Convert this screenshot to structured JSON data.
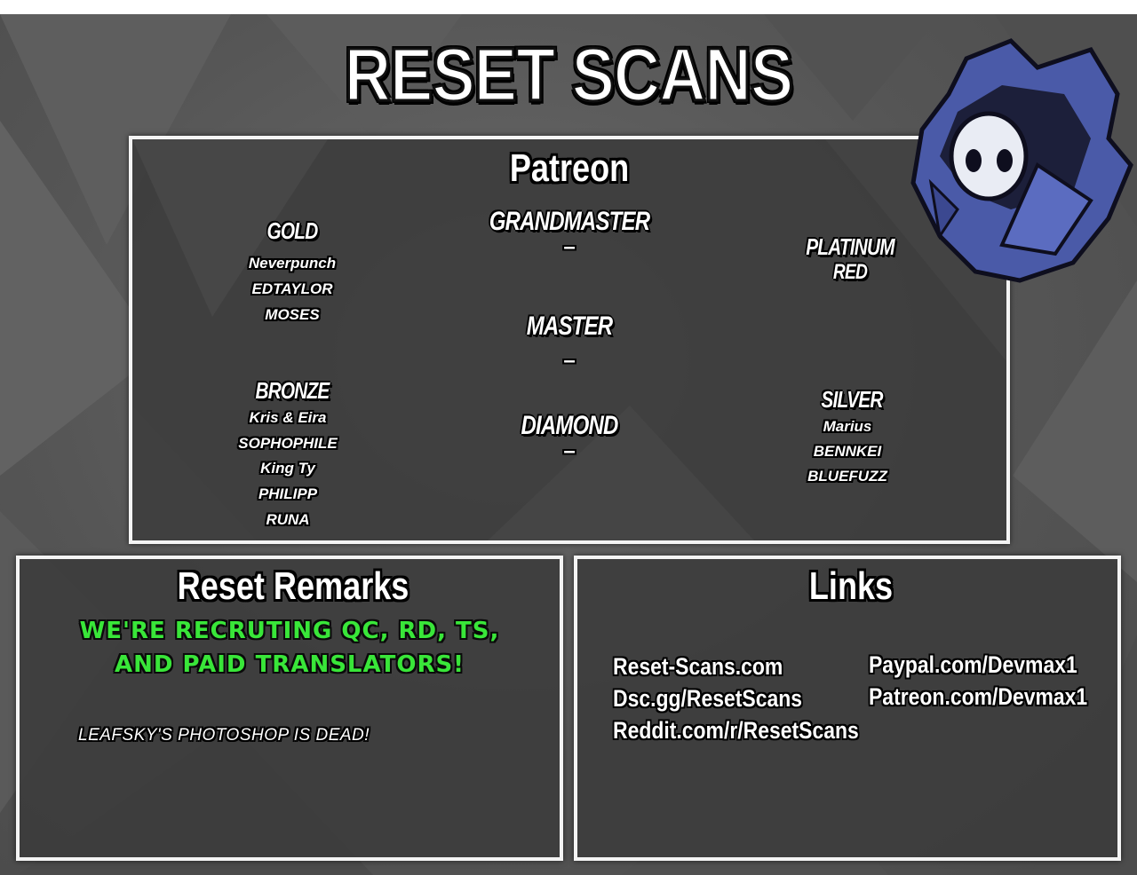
{
  "brand": {
    "logo": "RESET SCANS"
  },
  "colors": {
    "panel_border": "#f4f4f4",
    "accent_green": "#39e639",
    "background": "#555555",
    "mascot_cloak": "#4a5aa8"
  },
  "icons": {
    "mascot": "hooded-masked-figure-illustration"
  },
  "patreon": {
    "title": "Patreon",
    "grandmaster": {
      "label": "GRANDMASTER",
      "names": [
        "–"
      ]
    },
    "master": {
      "label": "MASTER",
      "names": [
        "–"
      ]
    },
    "diamond": {
      "label": "DIAMOND",
      "names": [
        "–"
      ]
    },
    "gold": {
      "label": "GOLD",
      "names": [
        "Neverpunch",
        "EDTAYLOR",
        "MOSES"
      ]
    },
    "platinum": {
      "label": "PLATINUM",
      "names": [
        "RED"
      ]
    },
    "bronze": {
      "label": "BRONZE",
      "names": [
        "Kris & Eira",
        "SOPHOPHILE",
        "King Ty",
        "PHILIPP",
        "RUNA"
      ]
    },
    "silver": {
      "label": "SILVER",
      "names": [
        "Marius",
        "BENNKEI",
        "BLUEFUZZ"
      ]
    }
  },
  "remarks": {
    "title": "Reset Remarks",
    "recruit_line1": "WE'RE RECRUTING QC, RD, TS,",
    "recruit_line2": "AND PAID TRANSLATORS!",
    "note": "LEAFSKY'S PHOTOSHOP IS DEAD!"
  },
  "links": {
    "title": "Links",
    "left": [
      "Reset-Scans.com",
      "Dsc.gg/ResetScans",
      "Reddit.com/r/ResetScans"
    ],
    "right": [
      "Paypal.com/Devmax1",
      "Patreon.com/Devmax1"
    ]
  }
}
